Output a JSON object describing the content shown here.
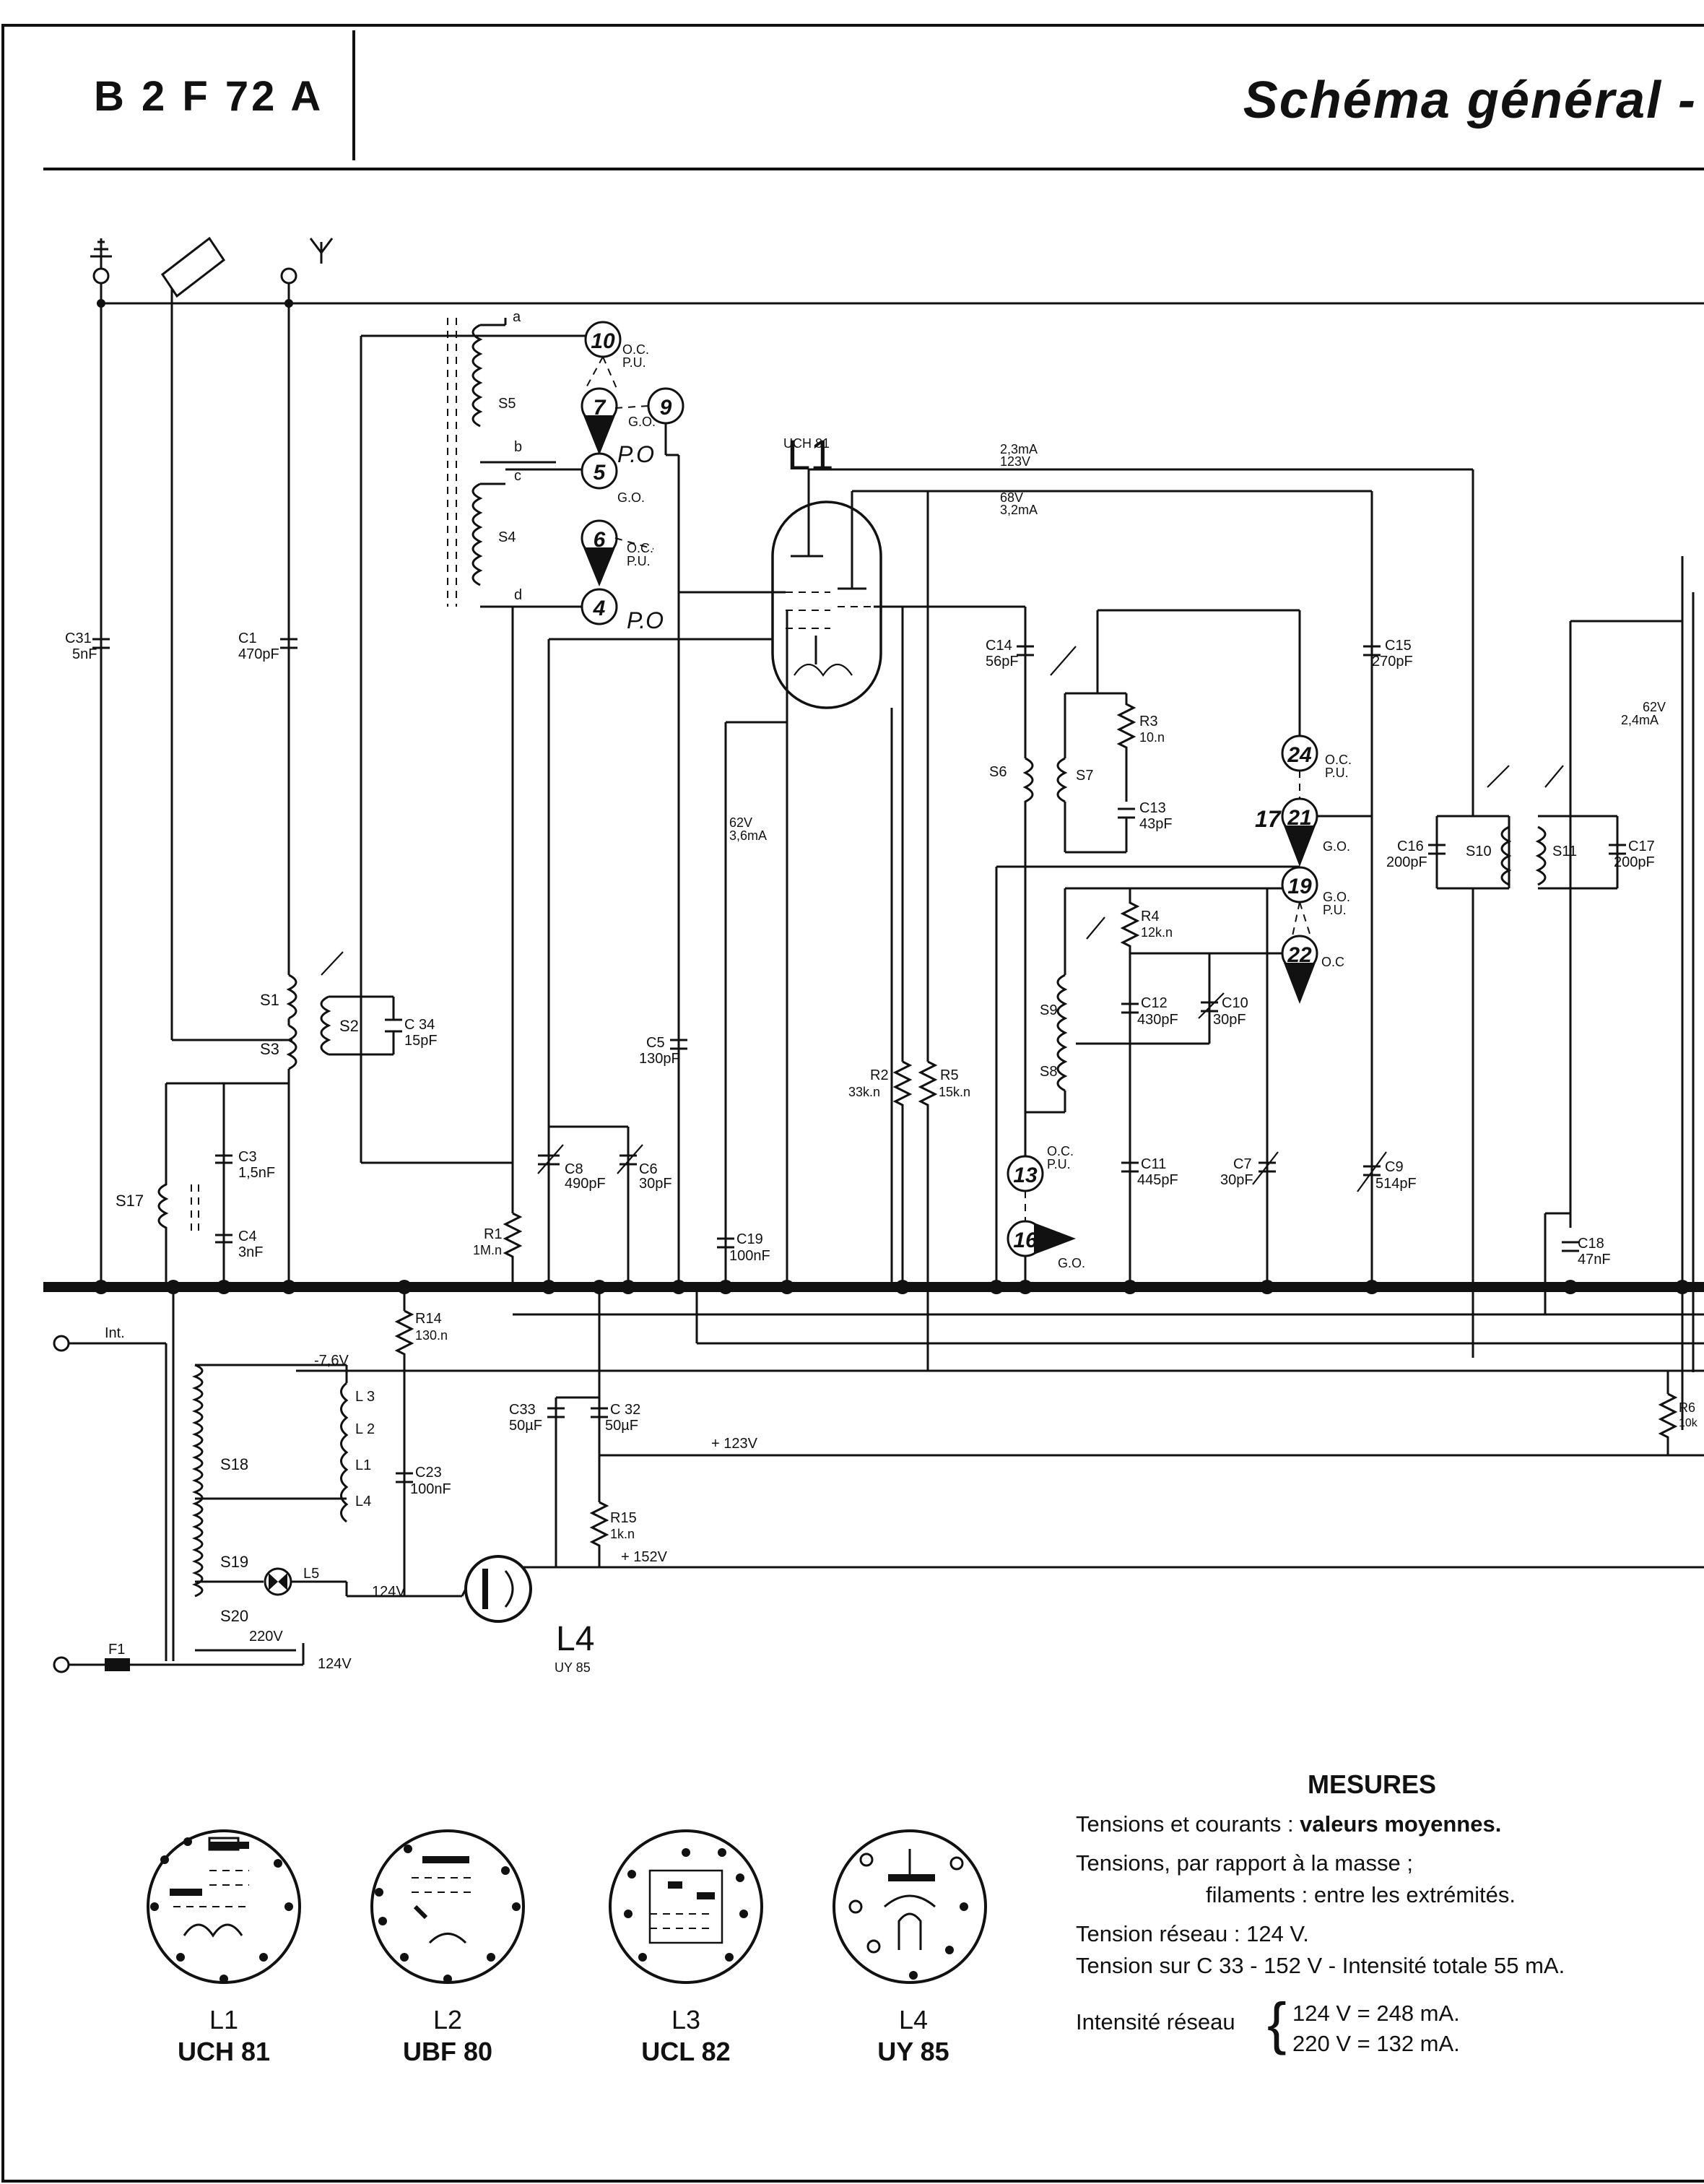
{
  "header": {
    "model": "B 2 F 72 A",
    "title": "Schéma général -"
  },
  "components": {
    "C31": "C31",
    "C31v": "5nF",
    "C1": "C1",
    "C1v": "470pF",
    "C3": "C3",
    "C3v": "1,5nF",
    "C4": "C4",
    "C4v": "3nF",
    "C34": "C 34",
    "C34v": "15pF",
    "C5": "C5",
    "C5v": "130pF",
    "C8": "C8",
    "C8v": "490pF",
    "C6": "C6",
    "C6v": "30pF",
    "C19": "C19",
    "C19v": "100nF",
    "C14": "C14",
    "C14v": "56pF",
    "C13": "C13",
    "C13v": "43pF",
    "C12": "C12",
    "C12v": "430pF",
    "C10": "C10",
    "C10v": "30pF",
    "C11": "C11",
    "C11v": "445pF",
    "C7": "C7",
    "C7v": "30pF",
    "C9": "C9",
    "C9v": "514pF",
    "C15": "C15",
    "C15v": "270pF",
    "C16": "C16",
    "C16v": "200pF",
    "C17": "C17",
    "C17v": "200pF",
    "C18": "C18",
    "C18v": "47nF",
    "C23": "C23",
    "C23v": "100nF",
    "C33": "C33",
    "C33v": "50µF",
    "C32": "C 32",
    "C32v": "50µF",
    "R1": "R1",
    "R1v": "1M.n",
    "R2": "R2",
    "R2v": "33k.n",
    "R3": "R3",
    "R3v": "10.n",
    "R4": "R4",
    "R4v": "12k.n",
    "R5": "R5",
    "R5v": "15k.n",
    "R14": "R14",
    "R14v": "130.n",
    "R15": "R15",
    "R15v": "1k.n",
    "R6": "R6",
    "R6v": "10k",
    "S1": "S1",
    "S2": "S2",
    "S3": "S3",
    "S4": "S4",
    "S5": "S5",
    "S6": "S6",
    "S7": "S7",
    "S8": "S8",
    "S9": "S9",
    "S10": "S10",
    "S11": "S11",
    "S17": "S17",
    "S18": "S18",
    "S19": "S19",
    "S20": "S20",
    "L1c": "L1",
    "L2c": "L 2",
    "L3c": "L 3",
    "L4c": "L4",
    "L5": "L5",
    "F1": "F1",
    "Int": "Int."
  },
  "switch_contacts": {
    "n10": "10",
    "n7": "7",
    "n9": "9",
    "n5": "5",
    "n6": "6",
    "n4": "4",
    "n24": "24",
    "n21": "21",
    "n19": "19",
    "n22": "22",
    "n13": "13",
    "n16": "16",
    "n17": "17",
    "ocpu": "O.C.",
    "pu": "P.U.",
    "go": "G.O.",
    "po": "P.O",
    "oc": "O.C"
  },
  "coil_taps": {
    "a": "a",
    "b": "b",
    "c": "c",
    "d": "d"
  },
  "tubes": {
    "L1": {
      "name": "L1",
      "type": "UCH 81"
    },
    "L2": {
      "name": "L2",
      "type": "UBF 80"
    },
    "L3": {
      "name": "L3",
      "type": "UCL 82"
    },
    "L4": {
      "name": "L4",
      "type": "UY 85"
    }
  },
  "voltages": {
    "v1": "2,3mA",
    "v1b": "123V",
    "v2": "68V",
    "v2b": "3,2mA",
    "v3": "62V",
    "v3b": "3,6mA",
    "v4": "62V",
    "v4b": "2,4mA",
    "v5": "-7,6V",
    "v6": "+ 123V",
    "v7": "+ 152V",
    "v8": "124V",
    "v9": "220V",
    "v10": "124V"
  },
  "mesures": {
    "title": "MESURES",
    "line1_a": "Tensions et courants : ",
    "line1_b": "valeurs moyennes.",
    "line2": "Tensions, par rapport à la masse ;",
    "line3": "filaments : entre les extrémités.",
    "line4": "Tension réseau : 124 V.",
    "line5": "Tension sur C 33 - 152 V - Intensité totale 55 mA.",
    "reseau_label": "Intensité réseau",
    "reseau_1": "124 V = 248 mA.",
    "reseau_2": "220 V = 132 mA."
  }
}
